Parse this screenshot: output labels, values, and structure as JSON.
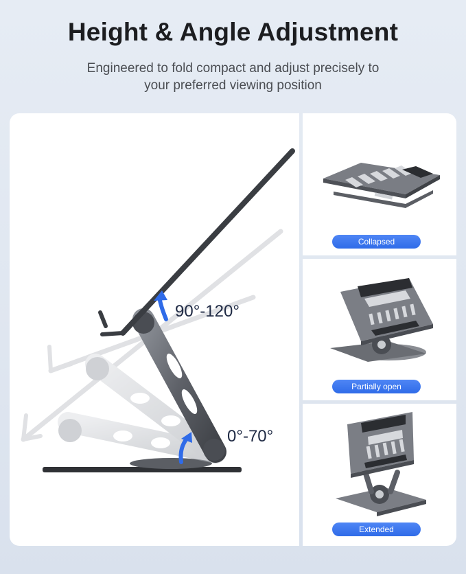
{
  "header": {
    "title": "Height & Angle Adjustment",
    "subtitle_line1": "Engineered to fold compact and adjust precisely to",
    "subtitle_line2": "your preferred viewing position"
  },
  "main_figure": {
    "upper_angle_label": "90°-120°",
    "lower_angle_label": "0°-70°"
  },
  "side_panels": [
    {
      "label": "Collapsed"
    },
    {
      "label": "Partially open"
    },
    {
      "label": "Extended"
    }
  ],
  "colors": {
    "pill_blue": "#3b74ee",
    "arrow_blue": "#2f6be8",
    "metal_dark": "#5c5f66",
    "metal_light": "#b9bcc2"
  }
}
